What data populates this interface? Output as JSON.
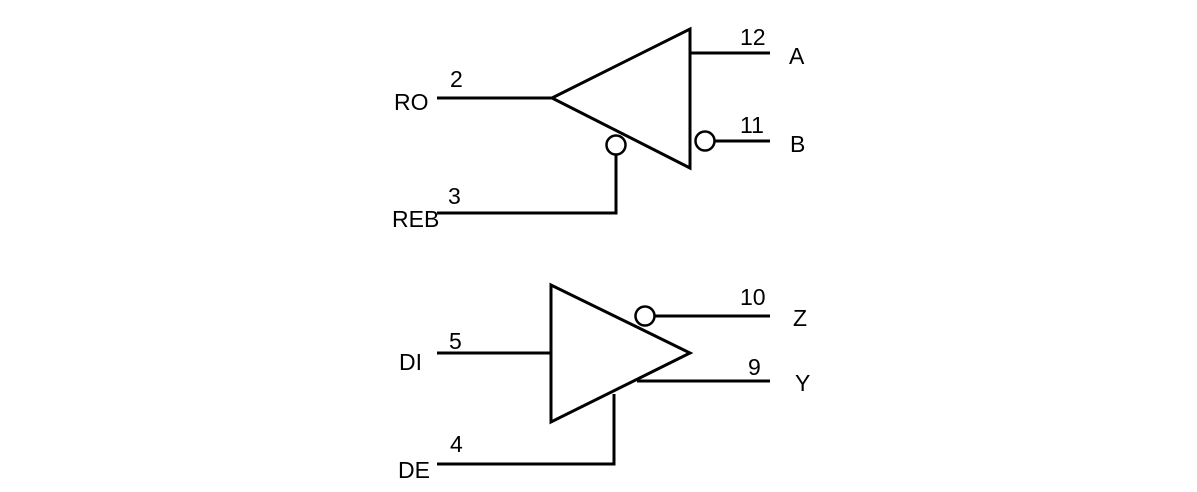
{
  "receiver": {
    "inputs": {
      "ro": {
        "name": "RO",
        "pin": "2"
      },
      "reb": {
        "name": "REB",
        "pin": "3"
      }
    },
    "outputs": {
      "a": {
        "name": "A",
        "pin": "12"
      },
      "b": {
        "name": "B",
        "pin": "11"
      }
    }
  },
  "driver": {
    "inputs": {
      "di": {
        "name": "DI",
        "pin": "5"
      },
      "de": {
        "name": "DE",
        "pin": "4"
      }
    },
    "outputs": {
      "z": {
        "name": "Z",
        "pin": "10"
      },
      "y": {
        "name": "Y",
        "pin": "9"
      }
    }
  },
  "colors": {
    "line": "#000000",
    "background": "#ffffff"
  }
}
